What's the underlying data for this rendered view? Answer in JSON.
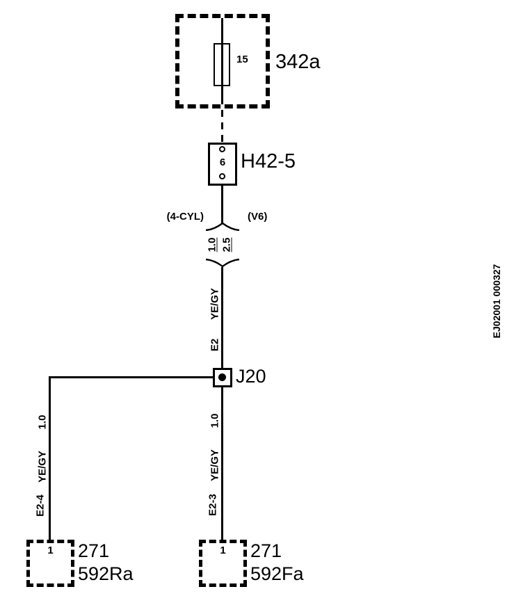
{
  "colors": {
    "ink": "#000000",
    "background": "#ffffff"
  },
  "fuse_box": {
    "label": "342a",
    "rating": "15"
  },
  "connector_h42": {
    "label": "H42-5",
    "pin": "6"
  },
  "variants": {
    "left": "(4-CYL)",
    "right": "(V6)"
  },
  "wire_sizes": {
    "variant_left": "1.0",
    "variant_right": "2.5"
  },
  "main_wire": {
    "color_code": "YE/GY",
    "circuit": "E2"
  },
  "junction": {
    "label": "J20"
  },
  "branch_left": {
    "size": "1.0",
    "color_code": "YE/GY",
    "circuit": "E2-4",
    "pin": "1",
    "component_no": "271",
    "component_id": "592Ra"
  },
  "branch_right": {
    "size": "1.0",
    "color_code": "YE/GY",
    "circuit": "E2-3",
    "pin": "1",
    "component_no": "271",
    "component_id": "592Fa"
  },
  "doc_code": "EJ02001 000327"
}
